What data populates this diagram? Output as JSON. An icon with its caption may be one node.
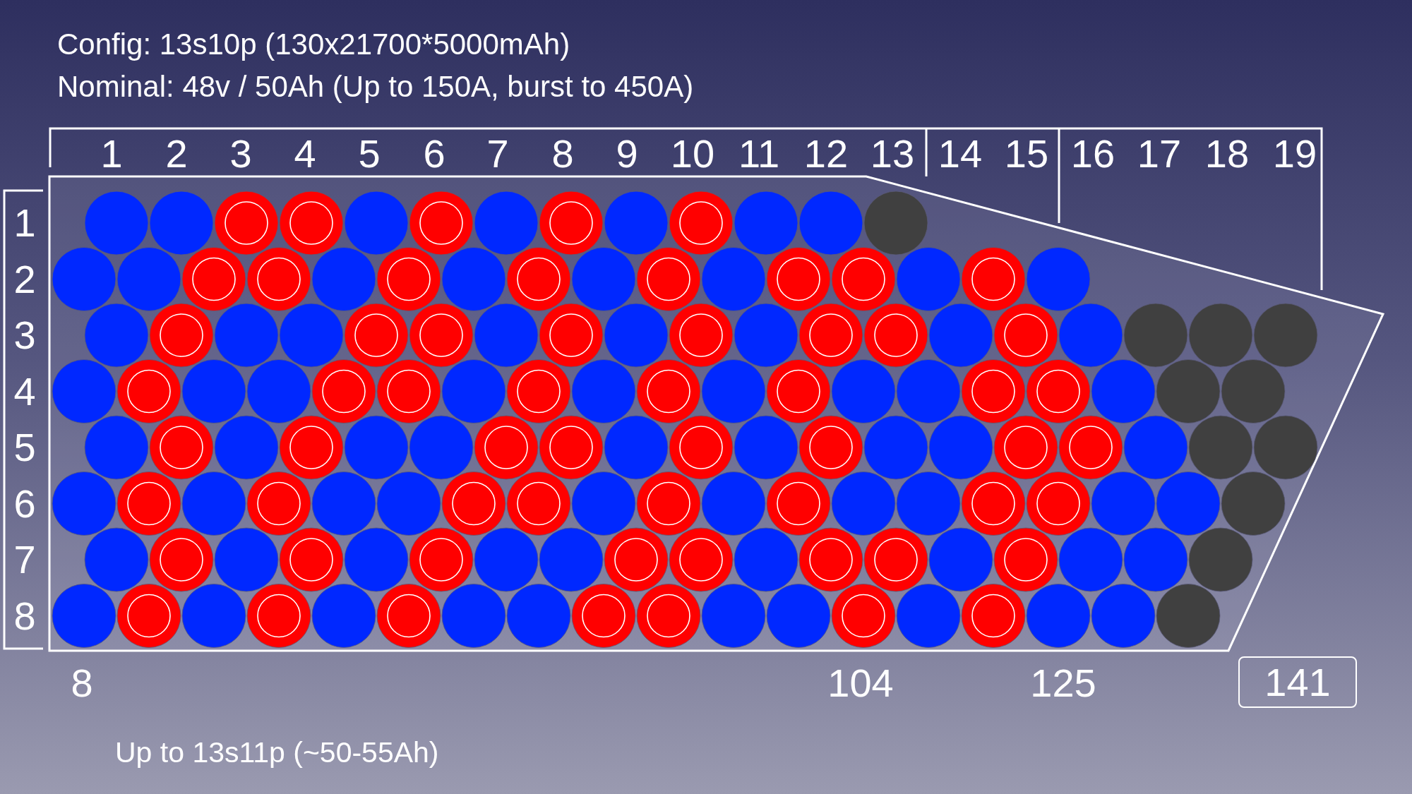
{
  "diagram": {
    "nodes": [
      {
        "text": [
          "141"
        ]
      }
    ],
    "labels": [
      "Config: 13s10p (130x21700*5000mAh)",
      "Nominal: 48v / 50Ah (Up to 150A, burst to 450A)",
      "1",
      "2",
      "3",
      "4",
      "5",
      "6",
      "7",
      "8",
      "9",
      "10",
      "11",
      "12",
      "13",
      "14",
      "15",
      "16",
      "17",
      "18",
      "19",
      "1",
      "2",
      "3",
      "4",
      "5",
      "6",
      "7",
      "8",
      "8",
      "104",
      "125",
      "Up to 13s11p (~50-55Ah)"
    ]
  }
}
